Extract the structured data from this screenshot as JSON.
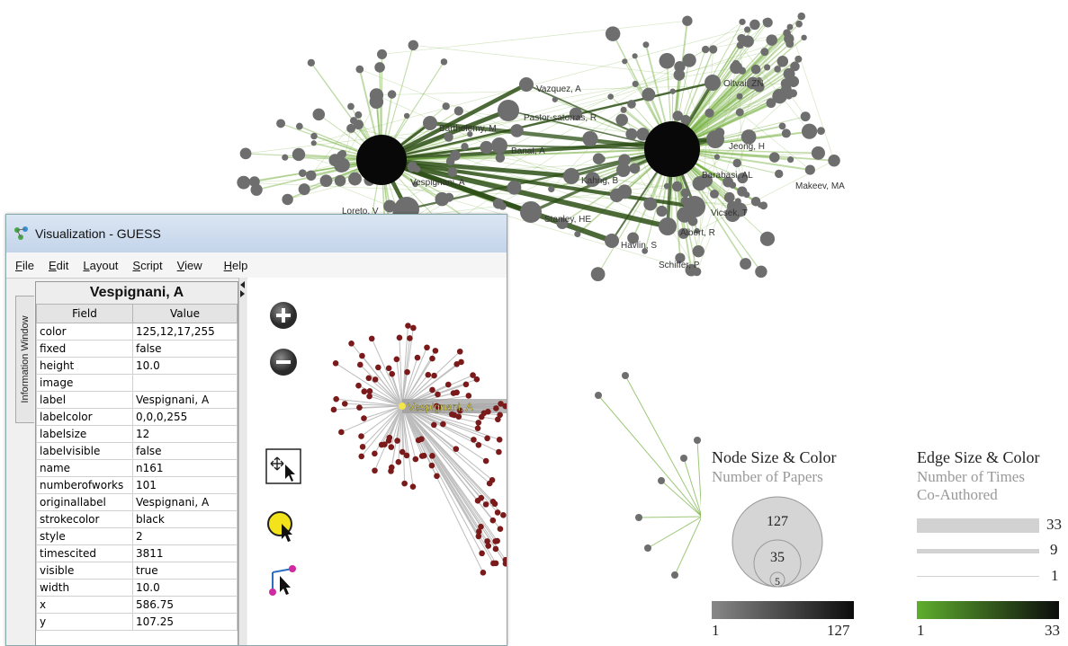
{
  "network_labels": [
    "Vazquez, A",
    "Pastor-satorras, R",
    "Barthelemy, M",
    "Banat, A",
    "Vespignani, A",
    "Loreto, V",
    "Oltvai, ZN",
    "Jeong, H",
    "Barabasi, AL",
    "Makeev, MA",
    "Kahng, B",
    "Stanley, HE",
    "Vicsek, T",
    "Albert, R",
    "Havlin, S",
    "Schiffer, P"
  ],
  "window": {
    "title": "Visualization - GUESS",
    "menu": [
      "File",
      "Edit",
      "Layout",
      "Script",
      "View",
      "Help"
    ],
    "side_tab": "Information Window"
  },
  "info_panel": {
    "title": "Vespignani, A",
    "headers": [
      "Field",
      "Value"
    ],
    "rows": [
      [
        "color",
        "125,12,17,255"
      ],
      [
        "fixed",
        "false"
      ],
      [
        "height",
        "10.0"
      ],
      [
        "image",
        ""
      ],
      [
        "label",
        "Vespignani, A"
      ],
      [
        "labelcolor",
        "0,0,0,255"
      ],
      [
        "labelsize",
        "12"
      ],
      [
        "labelvisible",
        "false"
      ],
      [
        "name",
        "n161"
      ],
      [
        "numberofworks",
        "101"
      ],
      [
        "originallabel",
        "Vespignani, A"
      ],
      [
        "strokecolor",
        "black"
      ],
      [
        "style",
        "2"
      ],
      [
        "timescited",
        "3811"
      ],
      [
        "visible",
        "true"
      ],
      [
        "width",
        "10.0"
      ],
      [
        "x",
        "586.75"
      ],
      [
        "y",
        "107.25"
      ]
    ]
  },
  "canvas": {
    "selected_label": "Vespignani, A",
    "tools": [
      "zoom-in-icon",
      "zoom-out-icon",
      "move-tool-icon",
      "select-node-icon",
      "edge-tool-icon"
    ]
  },
  "legend": {
    "node_title": "Node Size & Color",
    "node_subtitle": "Number of Papers",
    "node_sizes": [
      "127",
      "35",
      "5"
    ],
    "node_scale_min": "1",
    "node_scale_max": "127",
    "edge_title": "Edge Size & Color",
    "edge_subtitle_1": "Number of Times",
    "edge_subtitle_2": "Co-Authored",
    "edge_sizes": [
      "33",
      "9",
      "1"
    ],
    "edge_scale_min": "1",
    "edge_scale_max": "33"
  },
  "colors": {
    "node_gray": "#6e6e6e",
    "hub_black": "#080808",
    "edge_green": "#76b041",
    "edge_dark": "#2d4f16",
    "canvas_node": "#7a1a1a",
    "highlight": "#f2e64a"
  }
}
